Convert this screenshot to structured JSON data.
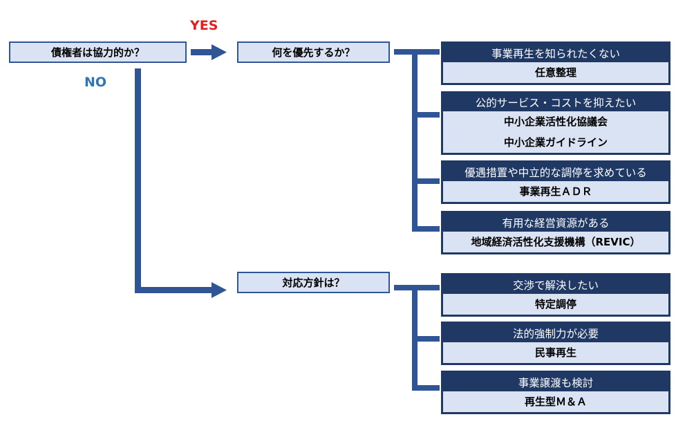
{
  "labels": {
    "yes": "YES",
    "no": "NO"
  },
  "start_question": "債権者は協力的か？",
  "yes_branch": {
    "question": "何を優先するか？",
    "options": [
      {
        "condition": "事業再生を知られたくない",
        "results": [
          "任意整理"
        ]
      },
      {
        "condition": "公的サービス・コストを抑えたい",
        "results": [
          "中小企業活性化協議会",
          "中小企業ガイドライン"
        ]
      },
      {
        "condition": "優遇措置や中立的な調停を求めている",
        "results": [
          "事業再生ＡＤＲ"
        ]
      },
      {
        "condition": "有用な経営資源がある",
        "results": [
          "地域経済活性化支援機構（REVIC）"
        ]
      }
    ]
  },
  "no_branch": {
    "question": "対応方針は？",
    "options": [
      {
        "condition": "交渉で解決したい",
        "results": [
          "特定調停"
        ]
      },
      {
        "condition": "法的強制力が必要",
        "results": [
          "民事再生"
        ]
      },
      {
        "condition": "事業譲渡も検討",
        "results": [
          "再生型Ｍ＆Ａ"
        ]
      }
    ]
  },
  "colors": {
    "connector": "#2f5597",
    "header_bg": "#1f3864",
    "body_bg": "#dae3f3",
    "yes_label": "#e02020",
    "no_label": "#2e75b6"
  }
}
